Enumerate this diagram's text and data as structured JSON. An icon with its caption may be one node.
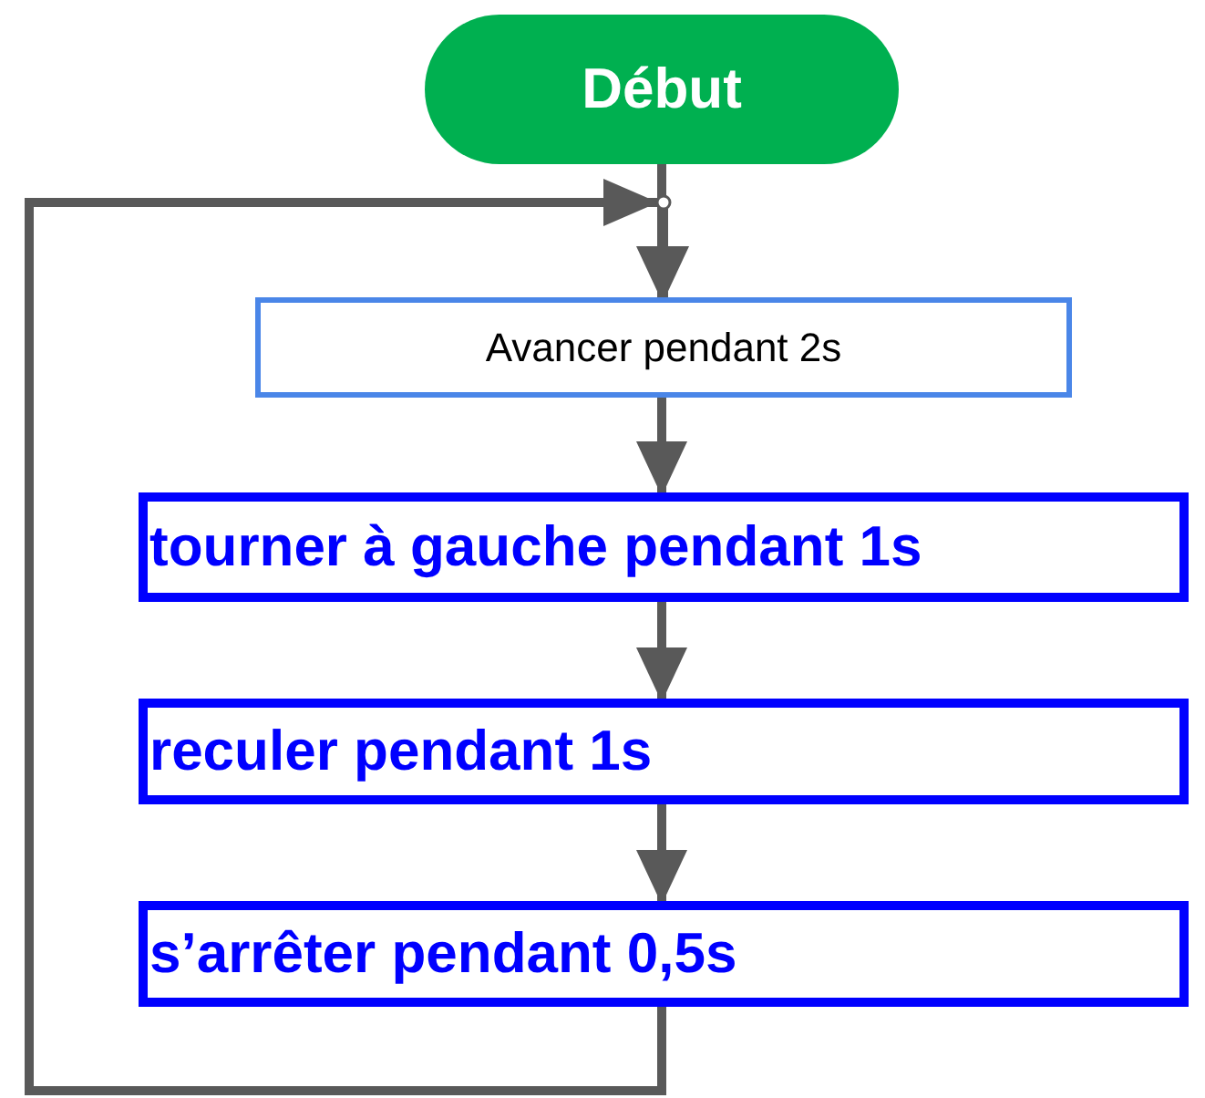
{
  "diagram": {
    "nodes": [
      {
        "text": [
          "Début"
        ]
      },
      {
        "text": [
          "Avancer pendant 2s"
        ]
      },
      {
        "text": [
          "tourner à gauche pendant 1s"
        ]
      },
      {
        "text": [
          "reculer pendant 1s"
        ]
      },
      {
        "text": [
          "s’arrêter pendant 0,5s"
        ]
      }
    ],
    "edges": [
      {
        "from": 0,
        "to": 1,
        "arrow": "to"
      },
      {
        "from": 1,
        "to": 2,
        "arrow": "to"
      },
      {
        "from": 2,
        "to": 3,
        "arrow": "to"
      },
      {
        "from": 3,
        "to": 4,
        "arrow": "to"
      },
      {
        "from": 4,
        "to": 1,
        "arrow": "to"
      }
    ]
  }
}
